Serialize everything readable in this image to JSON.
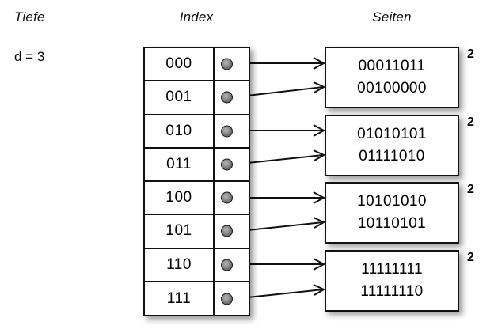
{
  "headings": {
    "depth": "Tiefe",
    "index": "Index",
    "pages": "Seiten"
  },
  "depth": {
    "label": "d = 3"
  },
  "index_table": {
    "rows": [
      {
        "key": "000",
        "pointer": "pointer-dot"
      },
      {
        "key": "001",
        "pointer": "pointer-dot"
      },
      {
        "key": "010",
        "pointer": "pointer-dot"
      },
      {
        "key": "011",
        "pointer": "pointer-dot"
      },
      {
        "key": "100",
        "pointer": "pointer-dot"
      },
      {
        "key": "101",
        "pointer": "pointer-dot"
      },
      {
        "key": "110",
        "pointer": "pointer-dot"
      },
      {
        "key": "111",
        "pointer": "pointer-dot"
      }
    ]
  },
  "pages": [
    {
      "records": [
        "00011011",
        "00100000"
      ],
      "count": "2"
    },
    {
      "records": [
        "01010101",
        "01111010"
      ],
      "count": "2"
    },
    {
      "records": [
        "10101010",
        "10110101"
      ],
      "count": "2"
    },
    {
      "records": [
        "11111111",
        "11111110"
      ],
      "count": "2"
    }
  ],
  "colors": {
    "stroke": "#111111",
    "text": "#000000",
    "background": "#ffffff",
    "pointer_dot": "#7a7a7a"
  }
}
